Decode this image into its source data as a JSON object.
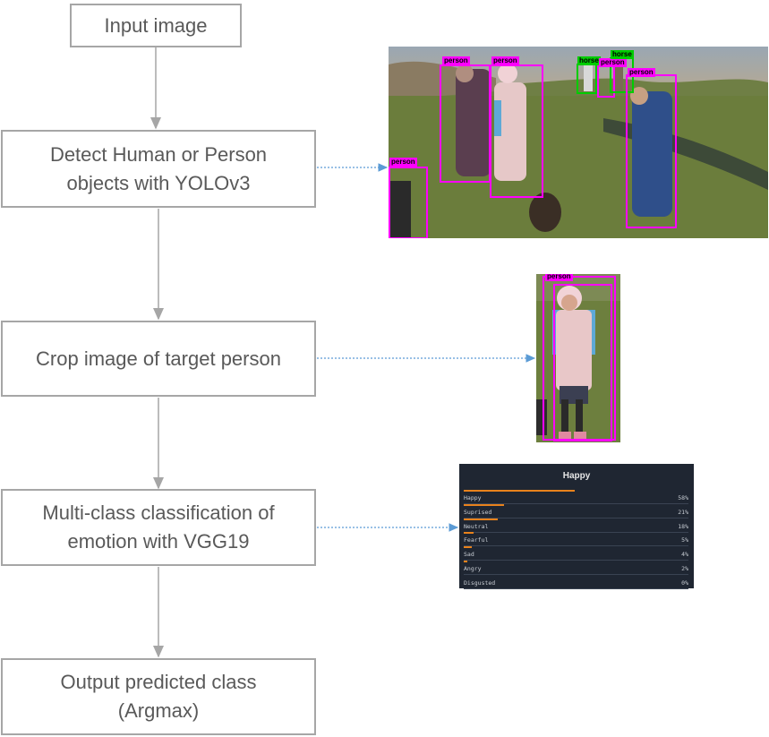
{
  "steps": [
    "Input image",
    "Detect Human or Person\nobjects with YOLOv3",
    "Crop image of target person",
    "Multi-class classification of\nemotion with VGG19",
    "Output predicted class\n(Argmax)"
  ],
  "detections": [
    {
      "label": "person",
      "color": "#ff00ff"
    },
    {
      "label": "person",
      "color": "#ff00ff"
    },
    {
      "label": "horse",
      "color": "#00cc00"
    },
    {
      "label": "person",
      "color": "#ff00ff"
    },
    {
      "label": "horse",
      "color": "#00cc00"
    },
    {
      "label": "person",
      "color": "#ff00ff"
    },
    {
      "label": "person",
      "color": "#ff00ff"
    }
  ],
  "crop_label": "person",
  "emotion_panel": {
    "title": "Happy",
    "rows": [
      {
        "label": "Happy",
        "pct": "58%",
        "value": 58
      },
      {
        "label": "Suprised",
        "pct": "21%",
        "value": 21
      },
      {
        "label": "Neutral",
        "pct": "18%",
        "value": 18
      },
      {
        "label": "Fearful",
        "pct": "5%",
        "value": 5
      },
      {
        "label": "Sad",
        "pct": "4%",
        "value": 4
      },
      {
        "label": "Angry",
        "pct": "2%",
        "value": 2
      },
      {
        "label": "Disgusted",
        "pct": "0%",
        "value": 0
      }
    ]
  },
  "colors": {
    "box_border": "#a6a6a6",
    "text": "#595959",
    "connector": "#a6a6a6",
    "dotted_arrow": "#5b9bd5",
    "panel_bg": "#1f2632",
    "bar": "#e8821c"
  }
}
